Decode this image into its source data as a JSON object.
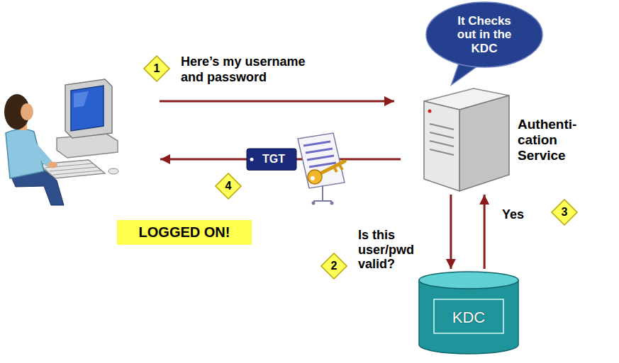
{
  "diagram": {
    "nodes": [
      {
        "text": [
          "It Checks out in the KDC"
        ]
      },
      {
        "text": [
          "1"
        ]
      },
      {
        "text": [
          "Authenti- cation Service"
        ]
      },
      {
        "text": [
          "TGT"
        ]
      },
      {
        "text": [
          "4"
        ]
      },
      {
        "text": [
          "LOGGED ON!"
        ]
      },
      {
        "text": [
          "2"
        ]
      },
      {
        "text": [
          "3"
        ]
      },
      {
        "text": [
          "KDC"
        ]
      }
    ],
    "edges": [
      {
        "from": 2,
        "to": 8,
        "arrow": "to",
        "label": "Is this user/pwd valid?"
      },
      {
        "from": 8,
        "to": 2,
        "arrow": "to",
        "label": "Yes"
      }
    ],
    "labels": [
      "Here’s my username and password"
    ]
  }
}
